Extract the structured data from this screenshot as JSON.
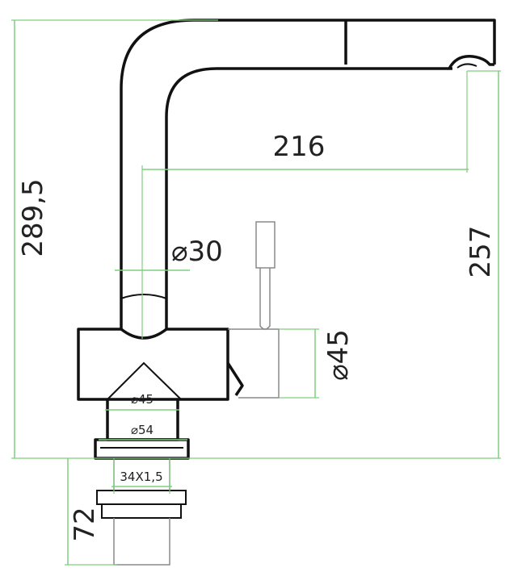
{
  "dimensions": {
    "height_total": "289,5",
    "height_spout": "257",
    "reach": "216",
    "spout_diameter": "⌀30",
    "body_diameter": "⌀45",
    "base_diameter_upper": "⌀45",
    "base_diameter_lower": "⌀54",
    "thread": "34X1,5",
    "shank_length": "72"
  },
  "colors": {
    "outline": "#111111",
    "dimension": "#7fcf7f",
    "hidden": "#8a8a8a"
  }
}
